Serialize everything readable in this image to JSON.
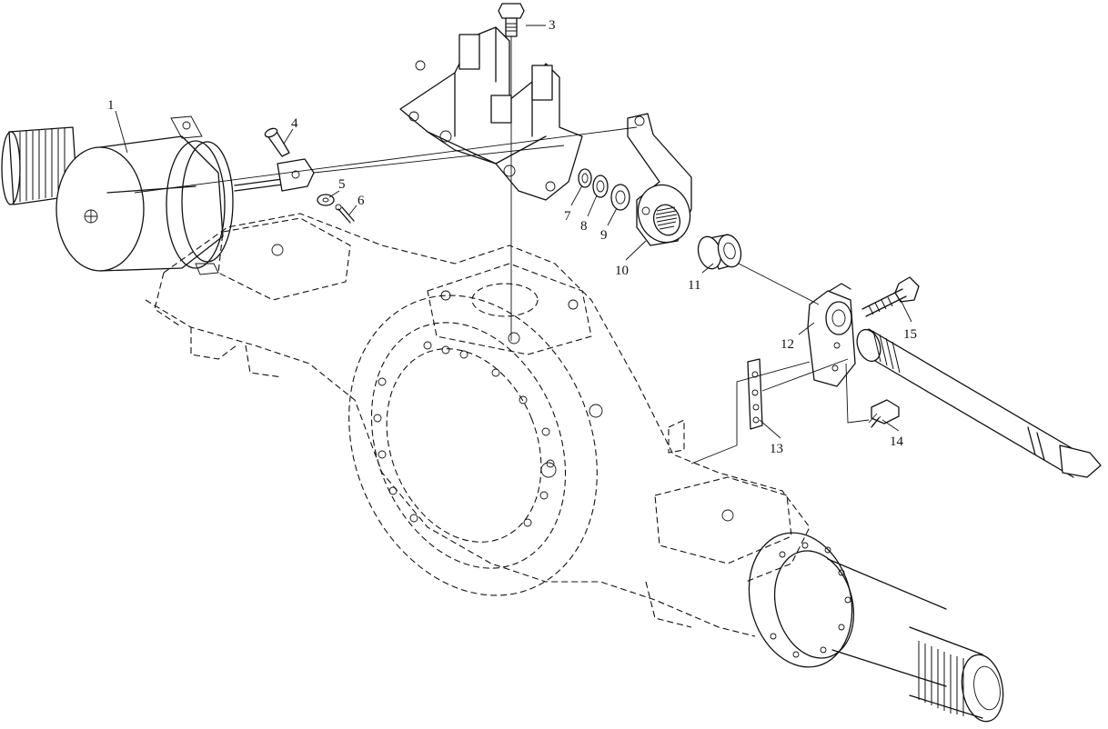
{
  "diagram": {
    "callouts": [
      {
        "id": "1",
        "label": "1"
      },
      {
        "id": "3",
        "label": "3"
      },
      {
        "id": "4",
        "label": "4"
      },
      {
        "id": "5",
        "label": "5"
      },
      {
        "id": "6",
        "label": "6"
      },
      {
        "id": "7",
        "label": "7"
      },
      {
        "id": "8",
        "label": "8"
      },
      {
        "id": "9",
        "label": "9"
      },
      {
        "id": "10",
        "label": "10"
      },
      {
        "id": "11",
        "label": "11"
      },
      {
        "id": "12",
        "label": "12"
      },
      {
        "id": "13",
        "label": "13"
      },
      {
        "id": "14",
        "label": "14"
      },
      {
        "id": "15",
        "label": "15"
      }
    ]
  }
}
